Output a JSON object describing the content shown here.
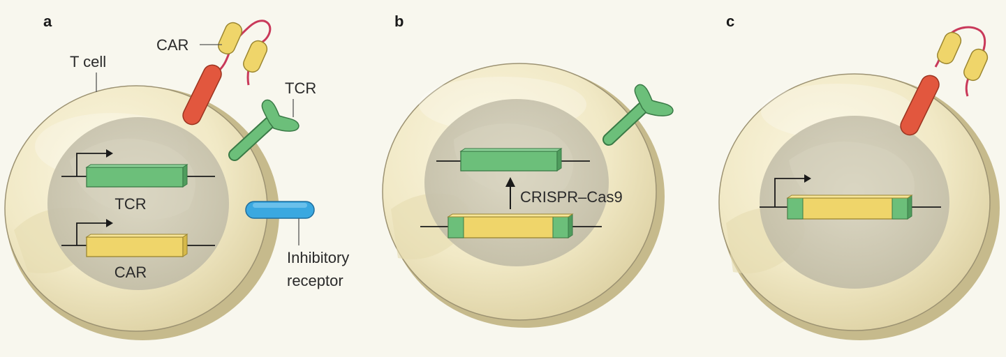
{
  "panels": {
    "a": {
      "letter": "a",
      "labels": {
        "car": "CAR",
        "t_cell": "T cell",
        "tcr": "TCR",
        "tcr_gene": "TCR",
        "car_gene": "CAR",
        "inhibitory_line1": "Inhibitory",
        "inhibitory_line2": "receptor"
      }
    },
    "b": {
      "letter": "b",
      "labels": {
        "crispr": "CRISPR–Cas9"
      }
    },
    "c": {
      "letter": "c"
    }
  },
  "colors": {
    "background": "#f8f7ee",
    "cell_body": "#f0e8c4",
    "nucleus": "#c7c3ae",
    "tcr_green": "#6cbf7a",
    "car_yellow": "#efd56a",
    "car_red": "#e2573e",
    "linker_pink": "#c9395a",
    "inhibitory_blue": "#3aa8e0"
  }
}
